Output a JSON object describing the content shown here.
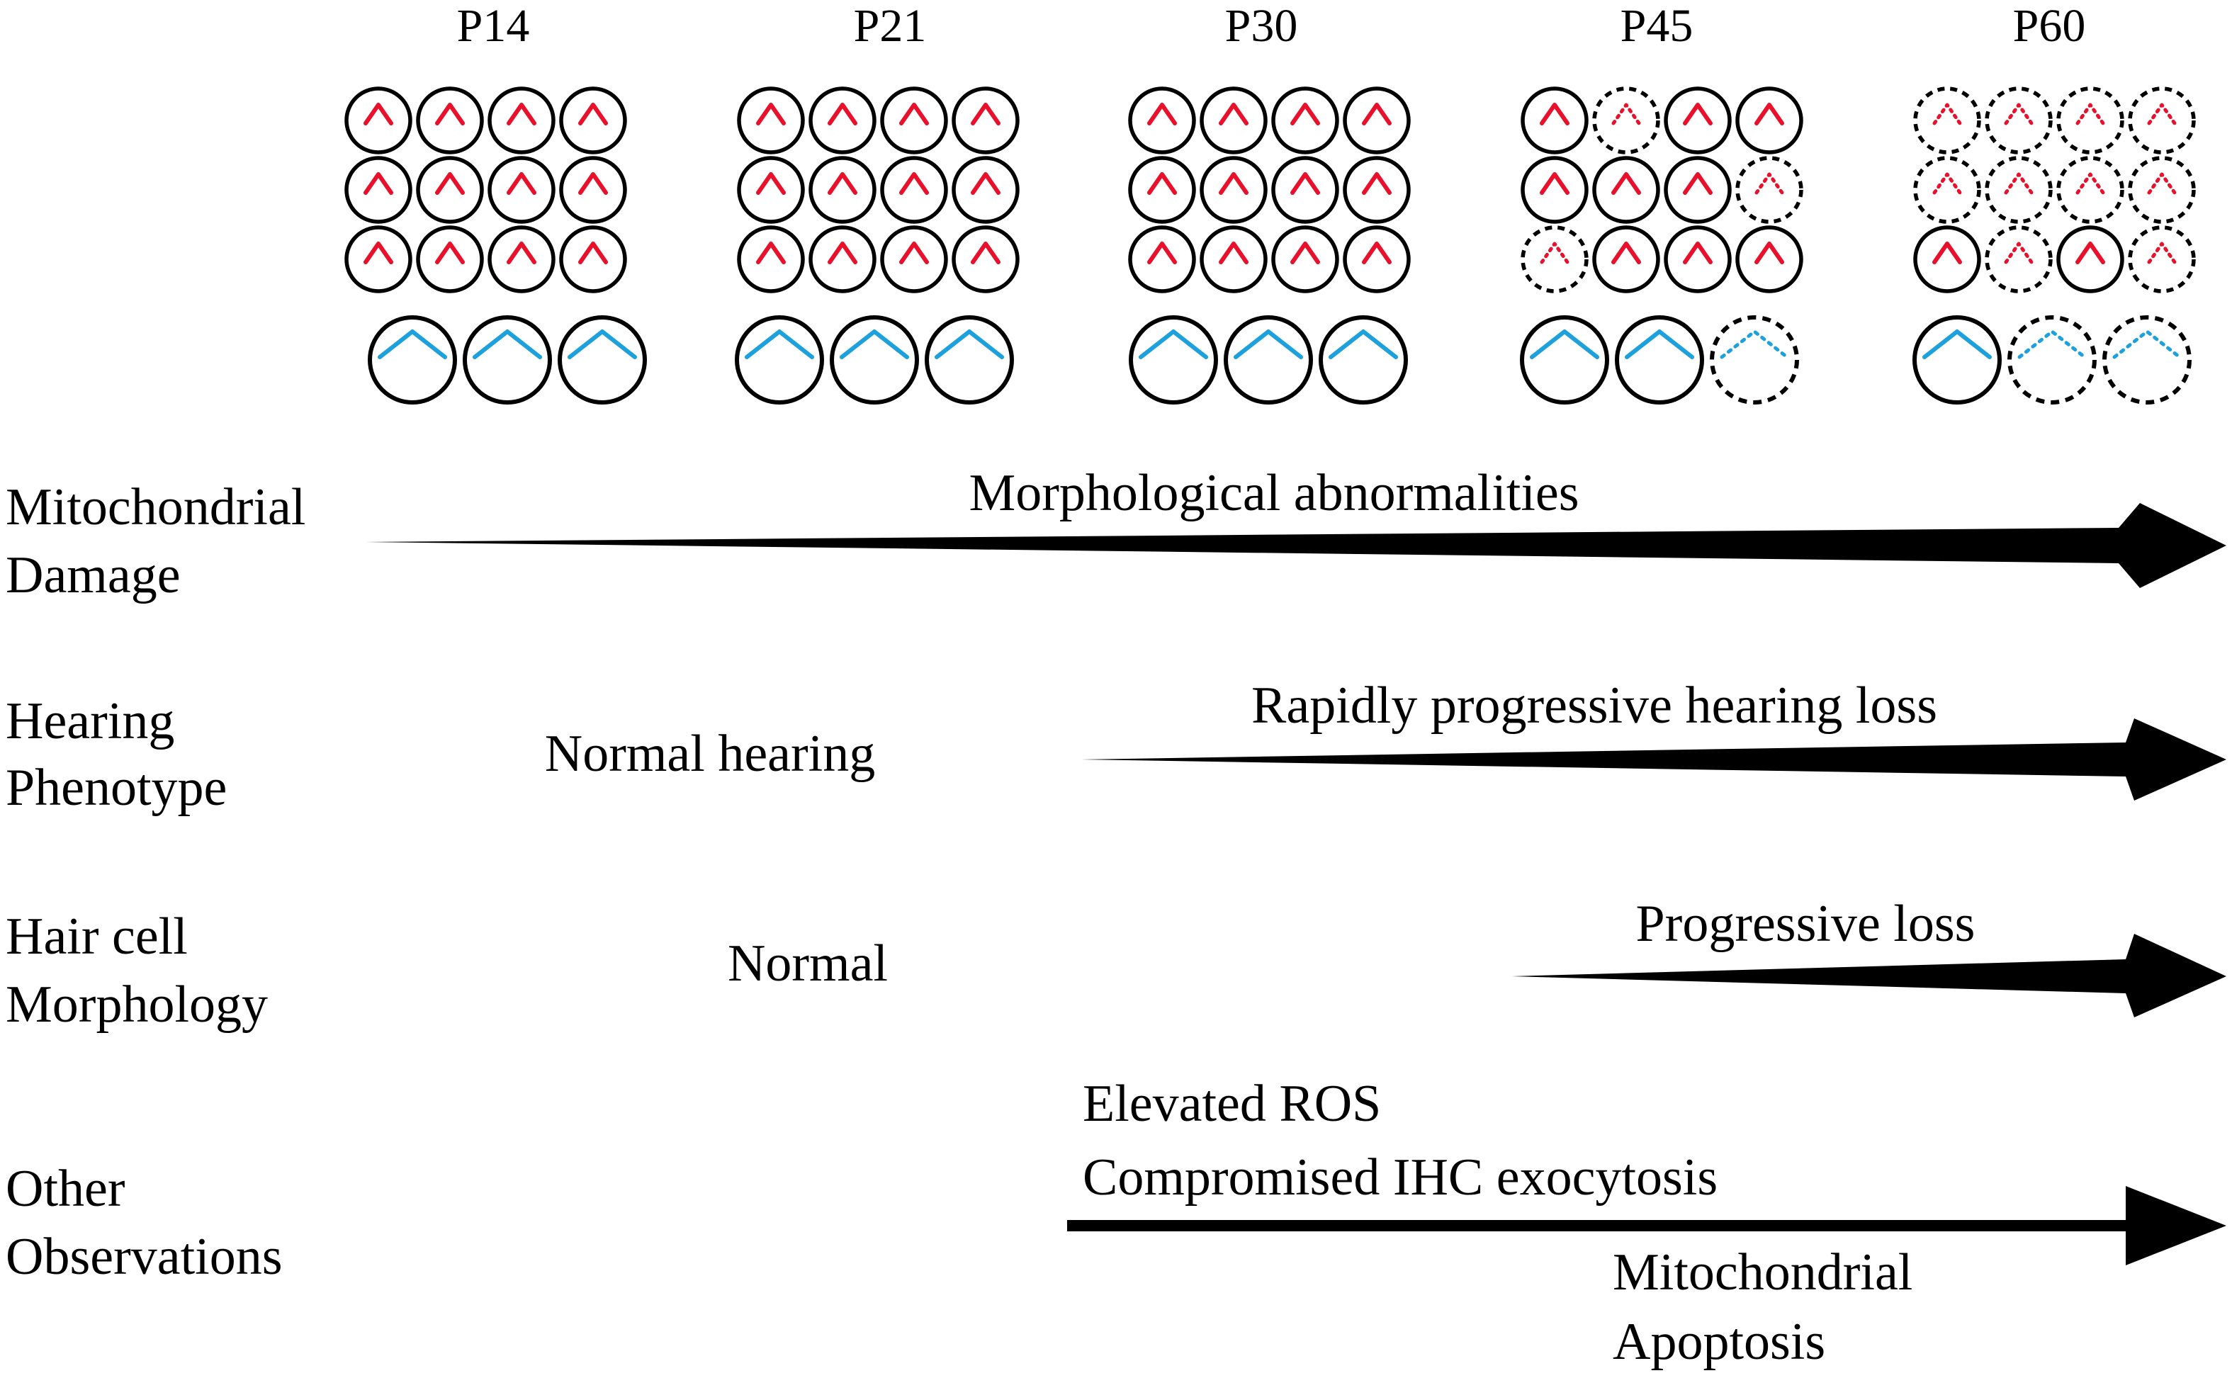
{
  "colors": {
    "outer_hair_cell": "#e8102a",
    "inner_hair_cell": "#1da1dc",
    "outline": "#000000",
    "background": "#ffffff"
  },
  "timepoints": [
    {
      "label": "P14",
      "ohc_rows": [
        [
          1,
          1,
          1,
          1
        ],
        [
          1,
          1,
          1,
          1
        ],
        [
          1,
          1,
          1,
          1
        ]
      ],
      "ihc": [
        1,
        1,
        1
      ]
    },
    {
      "label": "P21",
      "ohc_rows": [
        [
          1,
          1,
          1,
          1
        ],
        [
          1,
          1,
          1,
          1
        ],
        [
          1,
          1,
          1,
          1
        ]
      ],
      "ihc": [
        1,
        1,
        1
      ]
    },
    {
      "label": "P30",
      "ohc_rows": [
        [
          1,
          1,
          1,
          1
        ],
        [
          1,
          1,
          1,
          1
        ],
        [
          1,
          1,
          1,
          1
        ]
      ],
      "ihc": [
        1,
        1,
        1
      ]
    },
    {
      "label": "P45",
      "ohc_rows": [
        [
          1,
          0,
          1,
          1
        ],
        [
          1,
          1,
          1,
          0
        ],
        [
          0,
          1,
          1,
          1
        ]
      ],
      "ihc": [
        1,
        1,
        0
      ]
    },
    {
      "label": "P60",
      "ohc_rows": [
        [
          0,
          0,
          0,
          0
        ],
        [
          0,
          0,
          0,
          0
        ],
        [
          1,
          0,
          1,
          0
        ]
      ],
      "ihc": [
        1,
        0,
        0
      ]
    }
  ],
  "rows": {
    "mitochondrial": {
      "label_line1": "Mitochondrial",
      "label_line2": "Damage",
      "arrow_label": "Morphological abnormalities"
    },
    "hearing": {
      "label_line1": "Hearing",
      "label_line2": "Phenotype",
      "normal_text": "Normal hearing",
      "arrow_label": "Rapidly progressive hearing loss"
    },
    "haircell": {
      "label_line1": "Hair cell",
      "label_line2": "Morphology",
      "normal_text": "Normal",
      "arrow_label": "Progressive loss"
    },
    "other": {
      "label_line1": "Other",
      "label_line2": "Observations",
      "above_line1": "Elevated ROS",
      "above_line2": "Compromised IHC exocytosis",
      "below_line1": "Mitochondrial",
      "below_line2": "Apoptosis"
    }
  }
}
